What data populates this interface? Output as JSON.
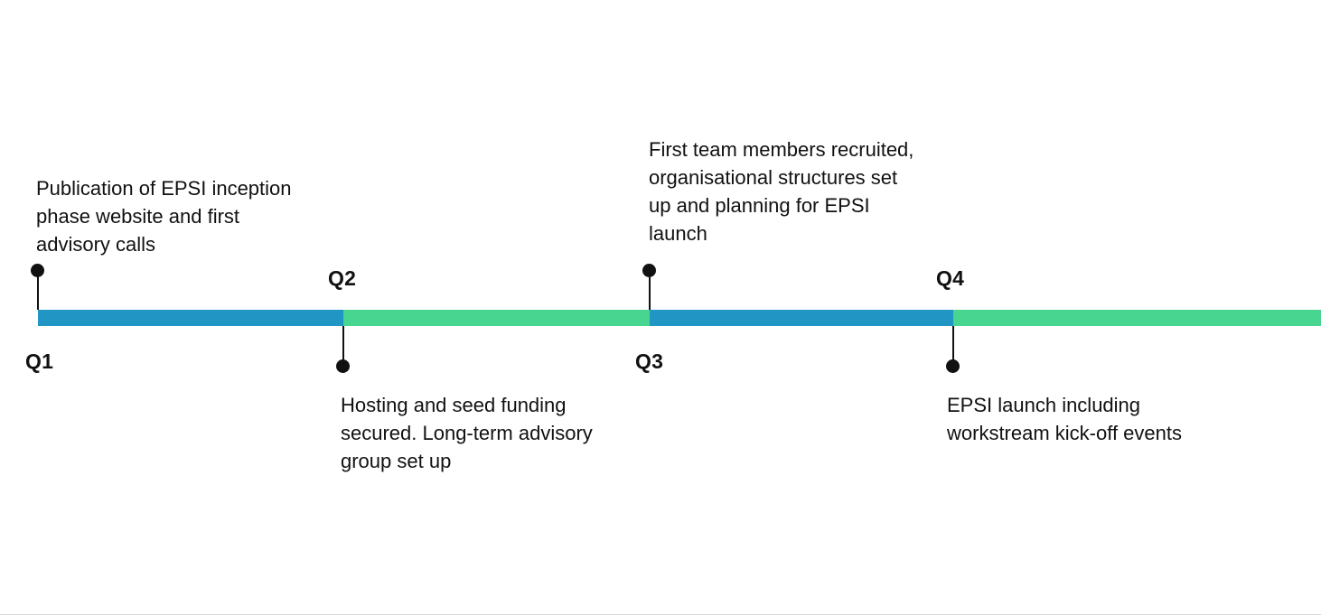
{
  "timeline": {
    "colors": {
      "segment_blue": "#2196C4",
      "segment_green": "#47D590",
      "marker": "#111111"
    },
    "milestones": [
      {
        "quarter": "Q1",
        "description": "Publication of EPSI inception\nphase website and first\nadvisory calls",
        "marker_side": "above-bar",
        "label_side": "below-bar",
        "segment_color": "#2196C4"
      },
      {
        "quarter": "Q2",
        "description": "Hosting and seed funding\nsecured. Long-term advisory\ngroup set up",
        "marker_side": "below-bar",
        "label_side": "above-bar",
        "segment_color": "#47D590"
      },
      {
        "quarter": "Q3",
        "description": "First team members recruited,\norganisational structures set\nup and planning for EPSI\nlaunch",
        "marker_side": "above-bar",
        "label_side": "below-bar",
        "segment_color": "#2196C4"
      },
      {
        "quarter": "Q4",
        "description": "EPSI launch including\nworkstream kick-off events",
        "marker_side": "below-bar",
        "label_side": "above-bar",
        "segment_color": "#47D590"
      }
    ]
  }
}
